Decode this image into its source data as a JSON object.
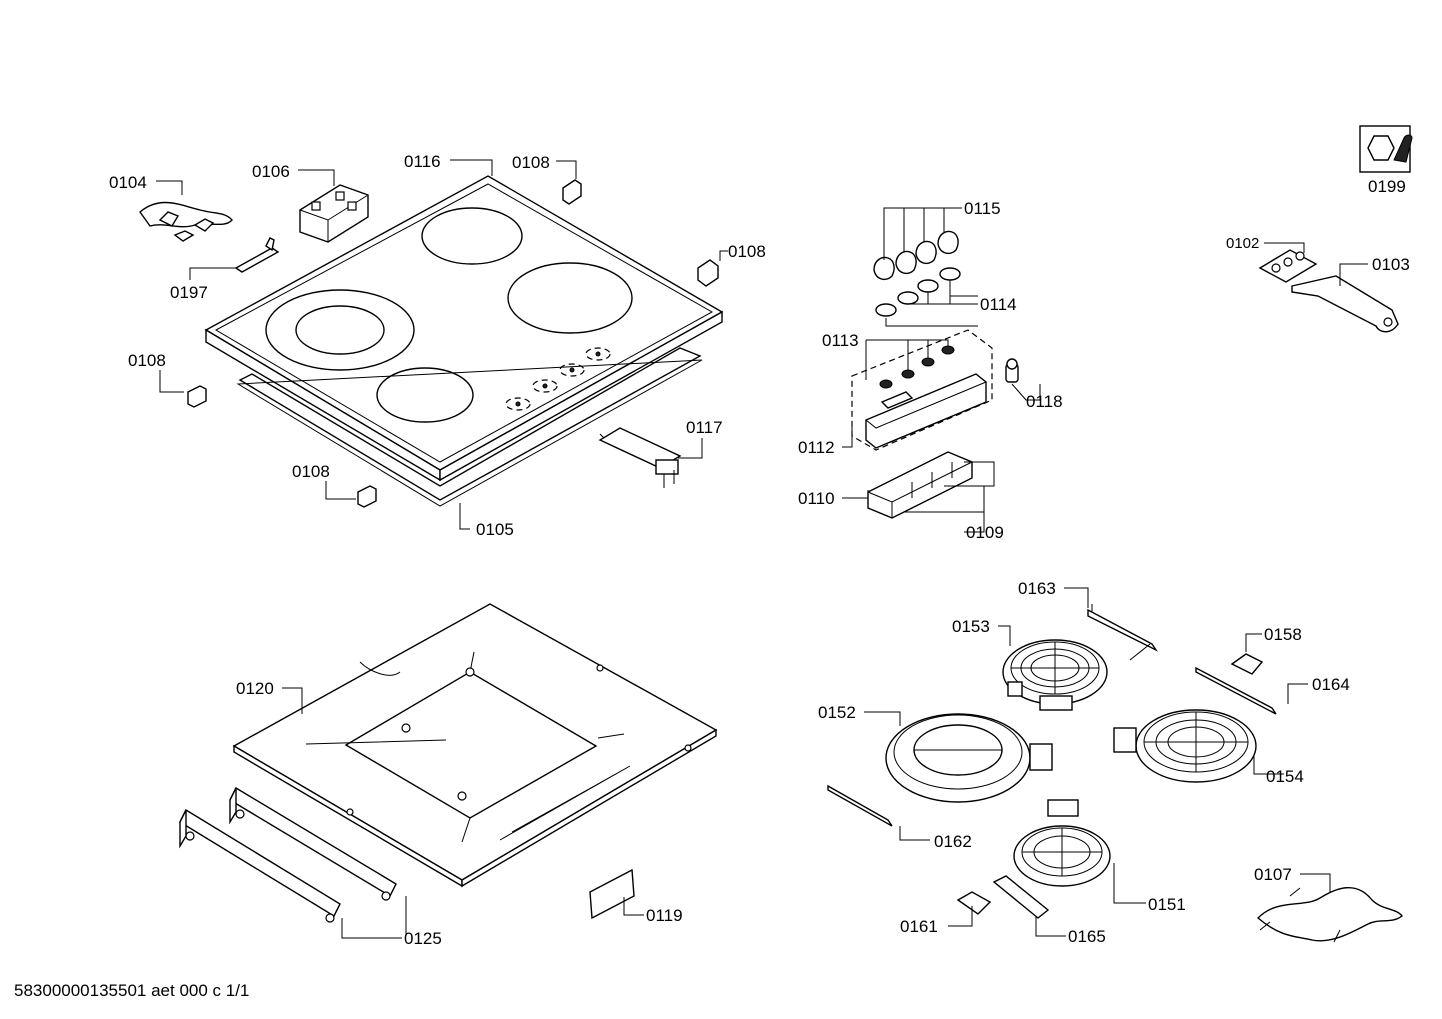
{
  "labels": {
    "p0104": "0104",
    "p0106": "0106",
    "p0116": "0116",
    "p0108a": "0108",
    "p0108b": "0108",
    "p0108c": "0108",
    "p0108d": "0108",
    "p0197": "0197",
    "p0117": "0117",
    "p0105": "0105",
    "p0115": "0115",
    "p0114": "0114",
    "p0113": "0113",
    "p0112": "0112",
    "p0110": "0110",
    "p0109": "0109",
    "p0118": "0118",
    "p0199": "0199",
    "p0102": "0102",
    "p0103": "0103",
    "p0120": "0120",
    "p0125": "0125",
    "p0119": "0119",
    "p0163": "0163",
    "p0153": "0153",
    "p0158": "0158",
    "p0164": "0164",
    "p0152": "0152",
    "p0154": "0154",
    "p0162": "0162",
    "p0151": "0151",
    "p0107": "0107",
    "p0161": "0161",
    "p0165": "0165"
  },
  "footer": "58300000135501 aet 000 c 1/1"
}
